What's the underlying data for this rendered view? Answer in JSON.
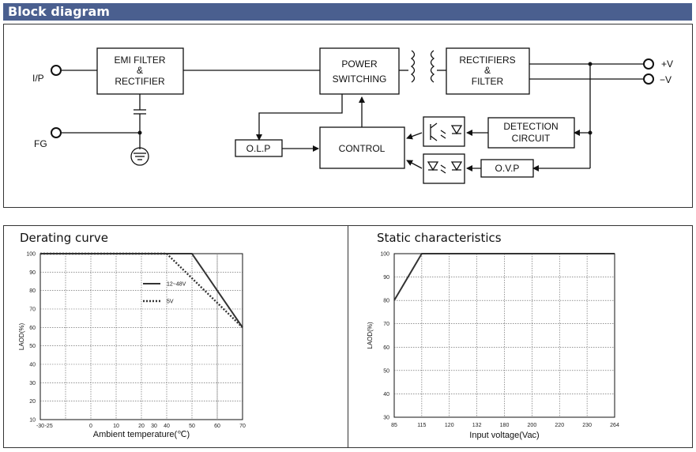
{
  "header": {
    "title": "Block diagram"
  },
  "block_diagram": {
    "blocks": {
      "emi_l1": "EMI FILTER",
      "emi_l2": "&",
      "emi_l3": "RECTIFIER",
      "ps_l1": "POWER",
      "ps_l2": "SWITCHING",
      "rf_l1": "RECTIFIERS",
      "rf_l2": "&",
      "rf_l3": "FILTER",
      "det_l1": "DETECTION",
      "det_l2": "CIRCUIT",
      "control": "CONTROL",
      "olp": "O.L.P",
      "ovp": "O.V.P"
    },
    "terminals": {
      "input": "I/P",
      "fg": "FG",
      "vplus": "+V",
      "vminus": "−V"
    }
  },
  "derating": {
    "title": "Derating curve",
    "chart_data": {
      "type": "line",
      "title": "Derating curve",
      "xlabel": "Ambient  temperature(℃)",
      "ylabel": "LAOD(%)",
      "xlim": [
        -30,
        70
      ],
      "ylim": [
        10,
        100
      ],
      "x_ticks": [
        -30,
        -25,
        0,
        10,
        20,
        30,
        40,
        50,
        60,
        70
      ],
      "y_ticks": [
        10,
        20,
        30,
        40,
        50,
        60,
        70,
        80,
        90,
        100
      ],
      "grid": true,
      "legend_position": "center-right",
      "series": [
        {
          "name": "12~48V",
          "style": "solid",
          "x": [
            -30,
            50,
            70
          ],
          "y": [
            100,
            100,
            60
          ]
        },
        {
          "name": "5V",
          "style": "dotted",
          "x": [
            -30,
            40,
            70
          ],
          "y": [
            100,
            100,
            60
          ]
        }
      ]
    }
  },
  "static": {
    "title": "Static characteristics",
    "chart_data": {
      "type": "line",
      "title": "Static characteristics",
      "xlabel": "Input voltage(Vac)",
      "ylabel": "LAOD(%)",
      "x_ticks": [
        85,
        115,
        120,
        132,
        180,
        200,
        220,
        230,
        264
      ],
      "y_ticks": [
        30,
        40,
        50,
        60,
        70,
        80,
        90,
        100
      ],
      "ylim": [
        30,
        100
      ],
      "grid": true,
      "series": [
        {
          "x": [
            85,
            115,
            264
          ],
          "y": [
            80,
            100,
            100
          ]
        }
      ]
    }
  }
}
